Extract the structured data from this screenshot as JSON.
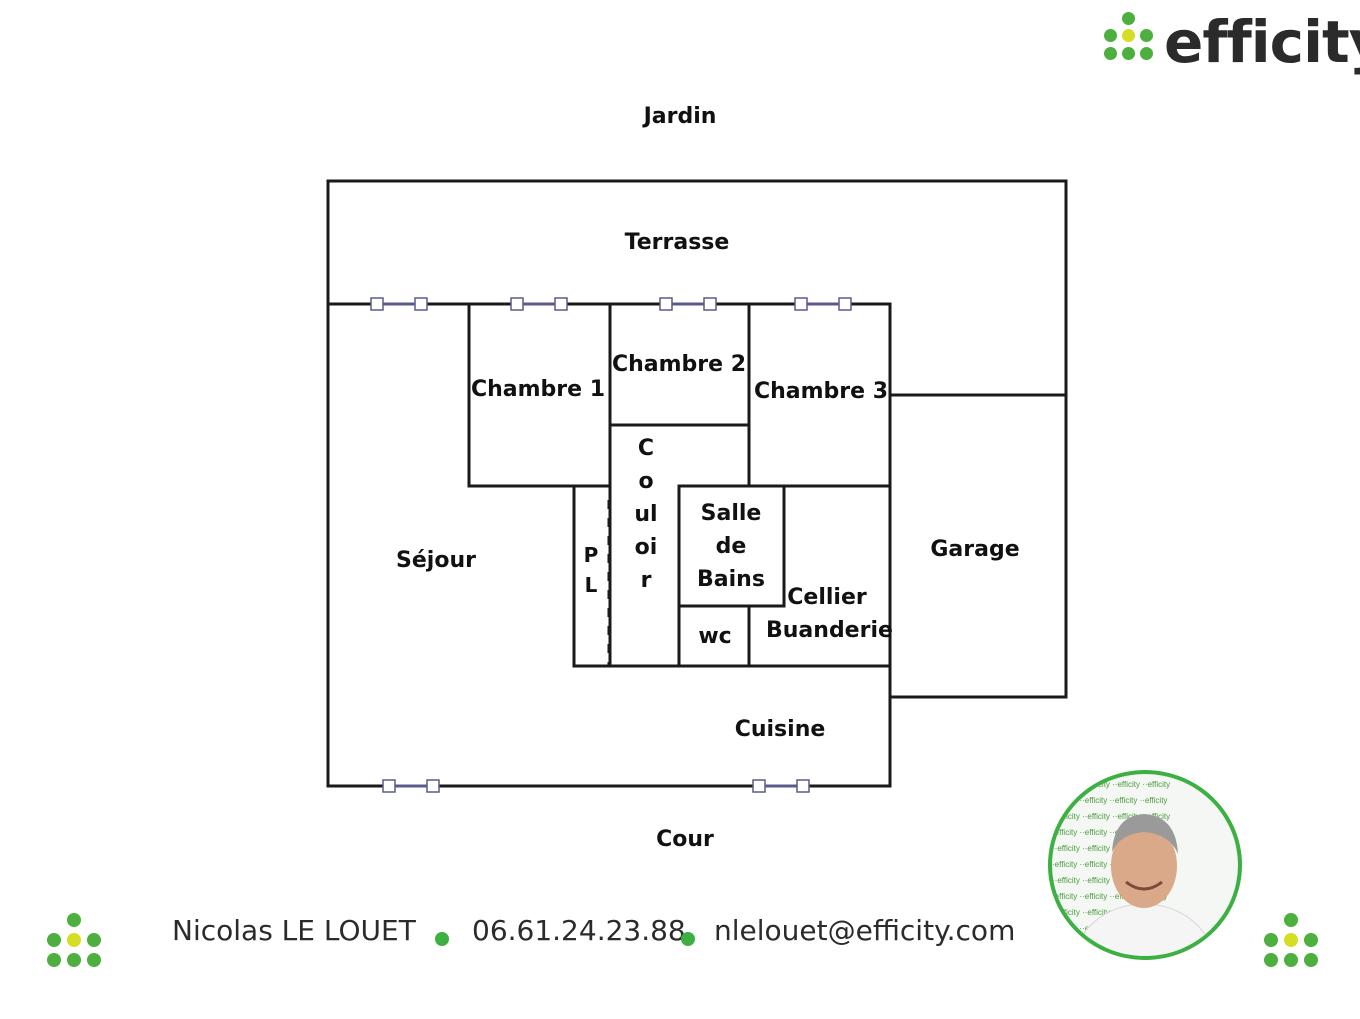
{
  "brand": {
    "name": "efficity",
    "colors": {
      "green": "#4caf3e",
      "yellow": "#d6de23",
      "text": "#2b2b2b"
    }
  },
  "plan": {
    "outside": {
      "top": "Jardin",
      "bottom": "Cour"
    },
    "rooms": {
      "terrasse": "Terrasse",
      "chambre1": "Chambre 1",
      "chambre2": "Chambre 2",
      "chambre3": "Chambre 3",
      "couloir": "Couloir",
      "placard": "PL",
      "sdb_line1": "Salle",
      "sdb_line2": "de",
      "sdb_line3": "Bains",
      "wc": "wc",
      "cellier_line1": "Cellier",
      "cellier_line2": "Buanderie",
      "sejour": "Séjour",
      "garage": "Garage",
      "cuisine": "Cuisine"
    }
  },
  "agent": {
    "name": "Nicolas LE LOUET",
    "phone": "06.61.24.23.88",
    "email": "nlelouet@efficity.com",
    "photo_icon": "agent-portrait"
  }
}
